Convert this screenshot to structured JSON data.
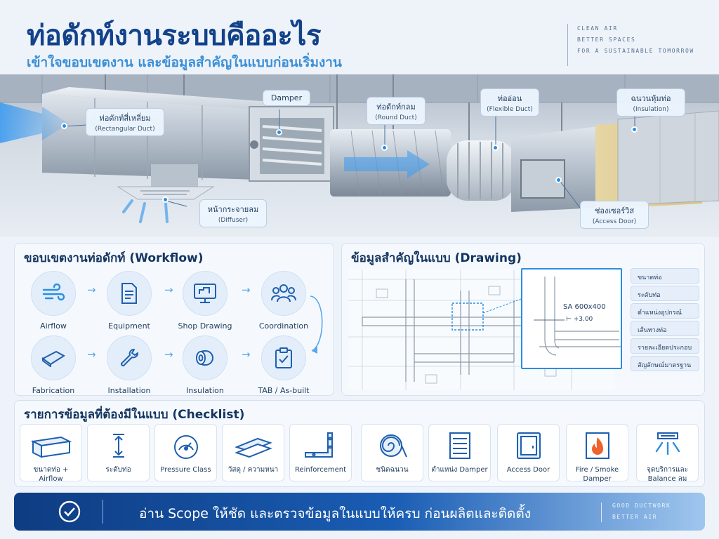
{
  "header": {
    "title": "ท่อดักท์งานระบบคืออะไร",
    "subtitle": "เข้าใจขอบเขตงาน และข้อมูลสำคัญในแบบก่อนเริ่มงาน",
    "tagline": [
      "CLEAN AIR",
      "BETTER SPACES",
      "FOR A SUSTAINABLE TOMORROW"
    ]
  },
  "hero": {
    "callouts": [
      {
        "th": "ท่อดักท์สี่เหลี่ยม",
        "en": "(Rectangular Duct)"
      },
      {
        "th": "Damper",
        "en": ""
      },
      {
        "th": "ท่อดักท์กลม",
        "en": "(Round Duct)"
      },
      {
        "th": "ท่ออ่อน",
        "en": "(Flexible Duct)"
      },
      {
        "th": "ฉนวนหุ้มท่อ",
        "en": "(Insulation)"
      },
      {
        "th": "หน้ากระจายลม",
        "en": "(Diffuser)"
      },
      {
        "th": "ช่องเซอร์วิส",
        "en": "(Access Door)"
      }
    ]
  },
  "workflow": {
    "title": "ขอบเขตงานท่อดักท์ (Workflow)",
    "steps": [
      {
        "label": "Airflow",
        "icon": "wind-icon"
      },
      {
        "label": "Equipment",
        "icon": "document-icon"
      },
      {
        "label": "Shop Drawing",
        "icon": "monitor-icon"
      },
      {
        "label": "Coordination",
        "icon": "people-icon"
      },
      {
        "label": "Fabrication",
        "icon": "sheet-metal-icon"
      },
      {
        "label": "Installation",
        "icon": "wrench-icon"
      },
      {
        "label": "Insulation",
        "icon": "roll-icon"
      },
      {
        "label": "TAB / As-built",
        "icon": "clipboard-check-icon"
      }
    ]
  },
  "drawing": {
    "title": "ข้อมูลสำคัญในแบบ (Drawing)",
    "detail_size": "SA 600x400",
    "detail_level": "+3.00",
    "items": [
      "ขนาดท่อ",
      "ระดับท่อ",
      "ตำแหน่งอุปกรณ์",
      "เส้นทางท่อ",
      "รายละเอียดประกอบ",
      "สัญลักษณ์มาตรฐาน"
    ]
  },
  "checklist": {
    "title": "รายการข้อมูลที่ต้องมีในแบบ (Checklist)",
    "items": [
      {
        "label": "ขนาดท่อ + Airflow",
        "icon": "duct-box-icon"
      },
      {
        "label": "ระดับท่อ",
        "icon": "height-arrow-icon"
      },
      {
        "label": "Pressure Class",
        "icon": "gauge-icon"
      },
      {
        "label": "วัสดุ / ความหนา",
        "icon": "metal-sheets-icon"
      },
      {
        "label": "Reinforcement",
        "icon": "angle-bracket-icon"
      },
      {
        "label": "ชนิดฉนวน",
        "icon": "insulation-roll-icon"
      },
      {
        "label": "ตำแหน่ง Damper",
        "icon": "damper-icon"
      },
      {
        "label": "Access Door",
        "icon": "access-door-icon"
      },
      {
        "label": "Fire / Smoke Damper",
        "icon": "fire-icon"
      },
      {
        "label": "จุดบริการและ Balance ลม",
        "icon": "diffuser-icon"
      }
    ]
  },
  "banner": {
    "text": "อ่าน Scope ให้ชัด และตรวจข้อมูลในแบบให้ครบ ก่อนผลิตและติดตั้ง",
    "tag": [
      "GOOD DUCTWORK",
      "BETTER AIR"
    ]
  },
  "colors": {
    "primary": "#12428a",
    "accent": "#2a8ee0",
    "banner": "#0e3c82"
  }
}
